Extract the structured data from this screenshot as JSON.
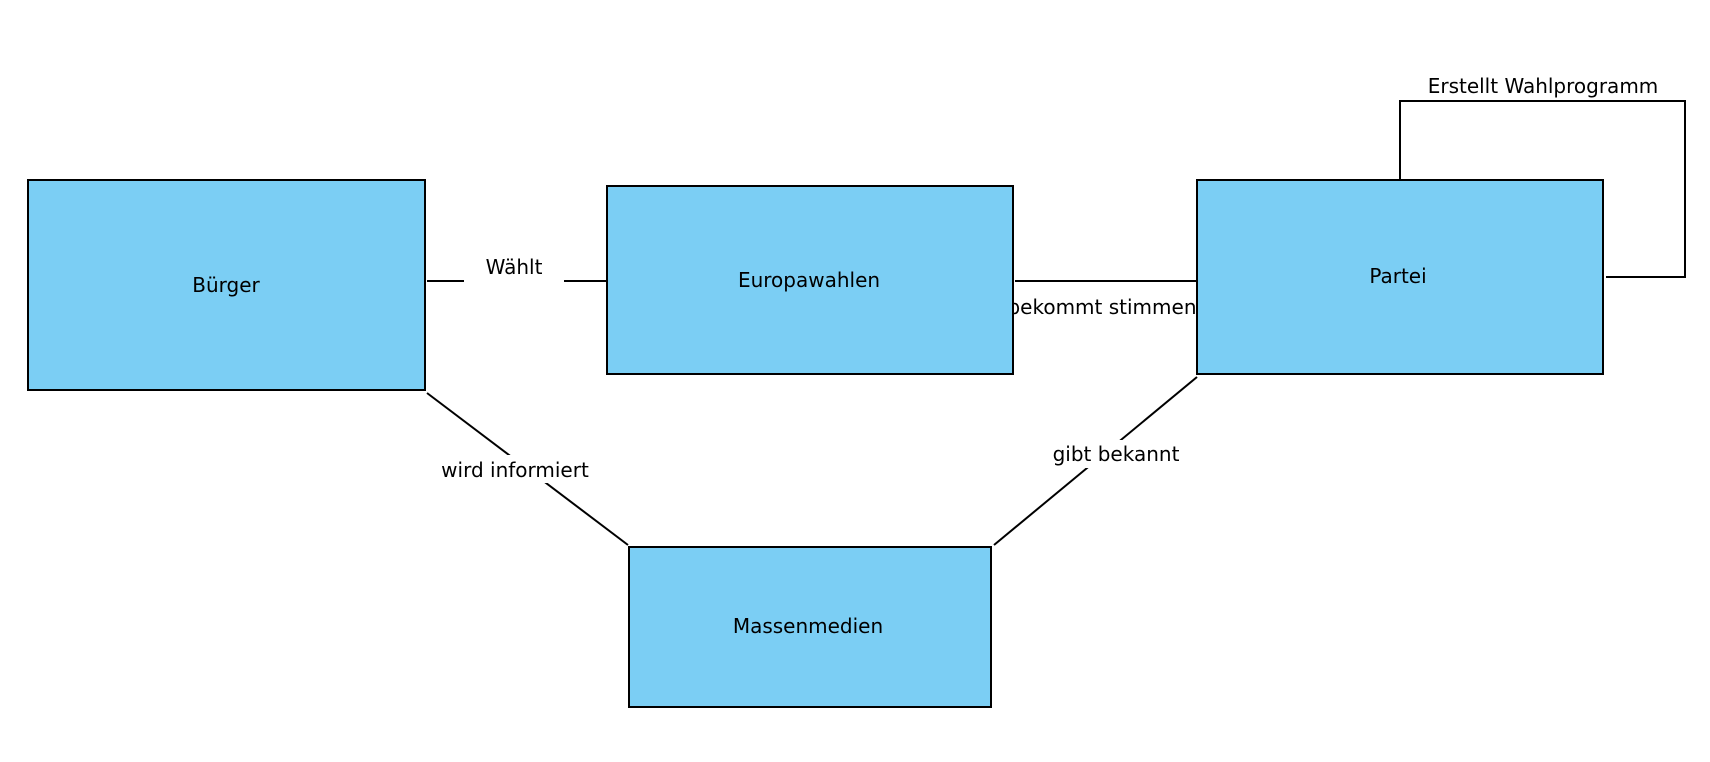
{
  "diagram": {
    "node_color": "#7bcef4",
    "line_color": "#000000",
    "nodes": {
      "buerger": "Bürger",
      "europawahlen": "Europawahlen",
      "partei": "Partei",
      "massenmedien": "Massenmedien"
    },
    "edges": {
      "waehlt": "Wählt",
      "bekommt_stimmen": "bekommt stimmen",
      "erstellt_wahlprogramm": "Erstellt Wahlprogramm",
      "wird_informiert": "wird informiert",
      "gibt_bekannt": "gibt bekannt"
    }
  }
}
